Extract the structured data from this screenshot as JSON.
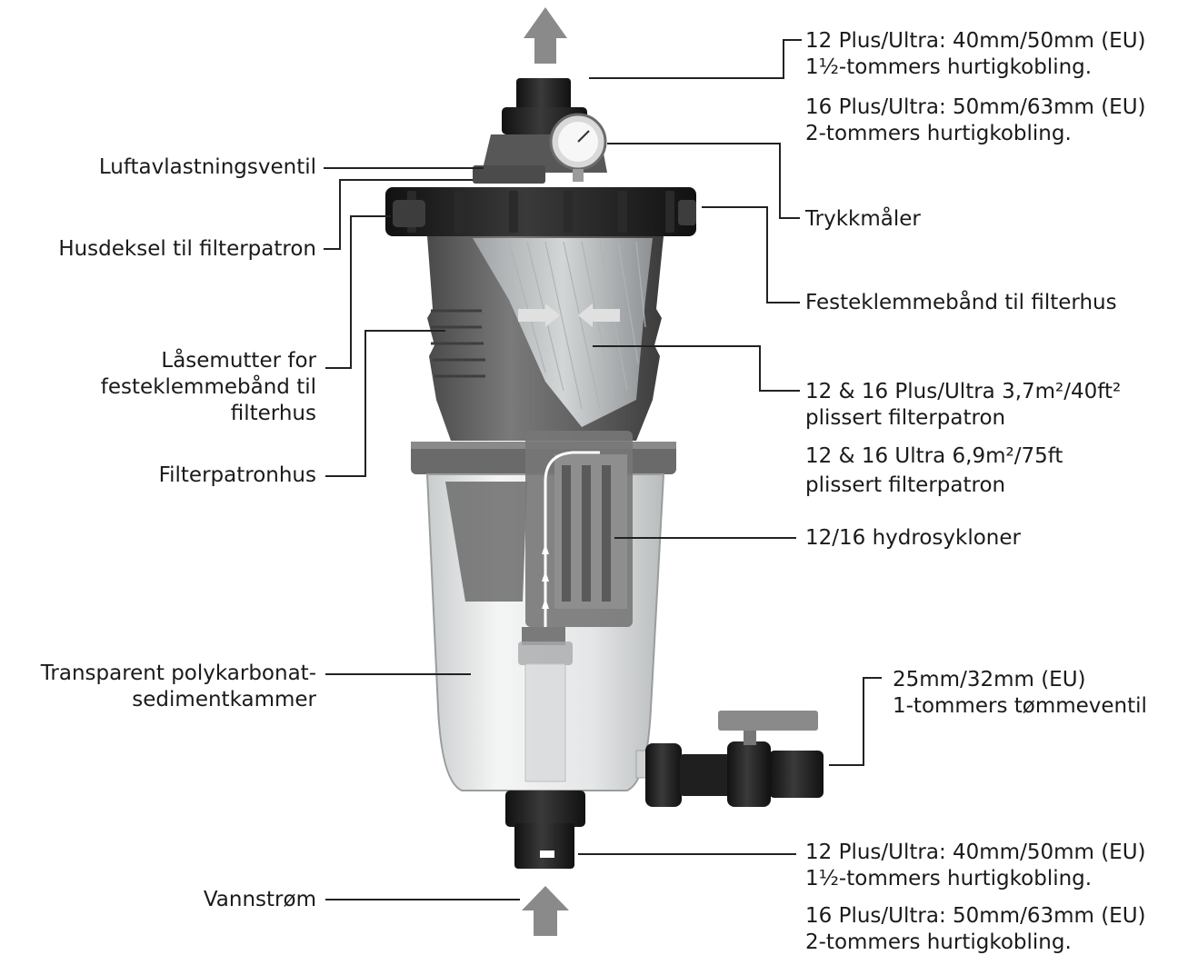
{
  "labels": {
    "top_outlet_line1": "12 Plus/Ultra: 40mm/50mm (EU)",
    "top_outlet_line2": "1½-tommers hurtigkobling.",
    "top_outlet_line3": "16 Plus/Ultra: 50mm/63mm (EU)",
    "top_outlet_line4": "2-tommers hurtigkobling.",
    "air_relief_valve": "Luftavlastningsventil",
    "pressure_gauge": "Trykkmåler",
    "cartridge_lid": "Husdeksel til filterpatron",
    "clamp_band": "Festeklemmebånd til filterhus",
    "lock_nut_line1": "Låsemutter for",
    "lock_nut_line2": "festeklemmebånd til",
    "lock_nut_line3": "filterhus",
    "cartridge_line1": "12 & 16 Plus/Ultra 3,7m²/40ft²",
    "cartridge_line2": "plissert filterpatron",
    "cartridge_line3": "12 & 16 Ultra 6,9m²/75ft",
    "cartridge_line4": "plissert filterpatron",
    "cartridge_housing": "Filterpatronhus",
    "hydrocyclones": "12/16 hydrosykloner",
    "sediment_chamber_line1": "Transparent polykarbonat-",
    "sediment_chamber_line2": "sedimentkammer",
    "drain_valve_line1": "25mm/32mm (EU)",
    "drain_valve_line2": "1-tommers tømmeventil",
    "bottom_inlet_line1": "12 Plus/Ultra: 40mm/50mm (EU)",
    "bottom_inlet_line2": "1½-tommers hurtigkobling.",
    "bottom_inlet_line3": "16 Plus/Ultra: 50mm/63mm (EU)",
    "bottom_inlet_line4": "2-tommers hurtigkobling.",
    "water_flow": "Vannstrøm"
  },
  "colors": {
    "text": "#1a1a1a",
    "leader_line": "#222222",
    "flow_arrow": "#8a8a8a",
    "body_dark": "#5e5e5e",
    "lid_black": "#1c1c1c",
    "clear_bowl": "#e8eaeb"
  }
}
